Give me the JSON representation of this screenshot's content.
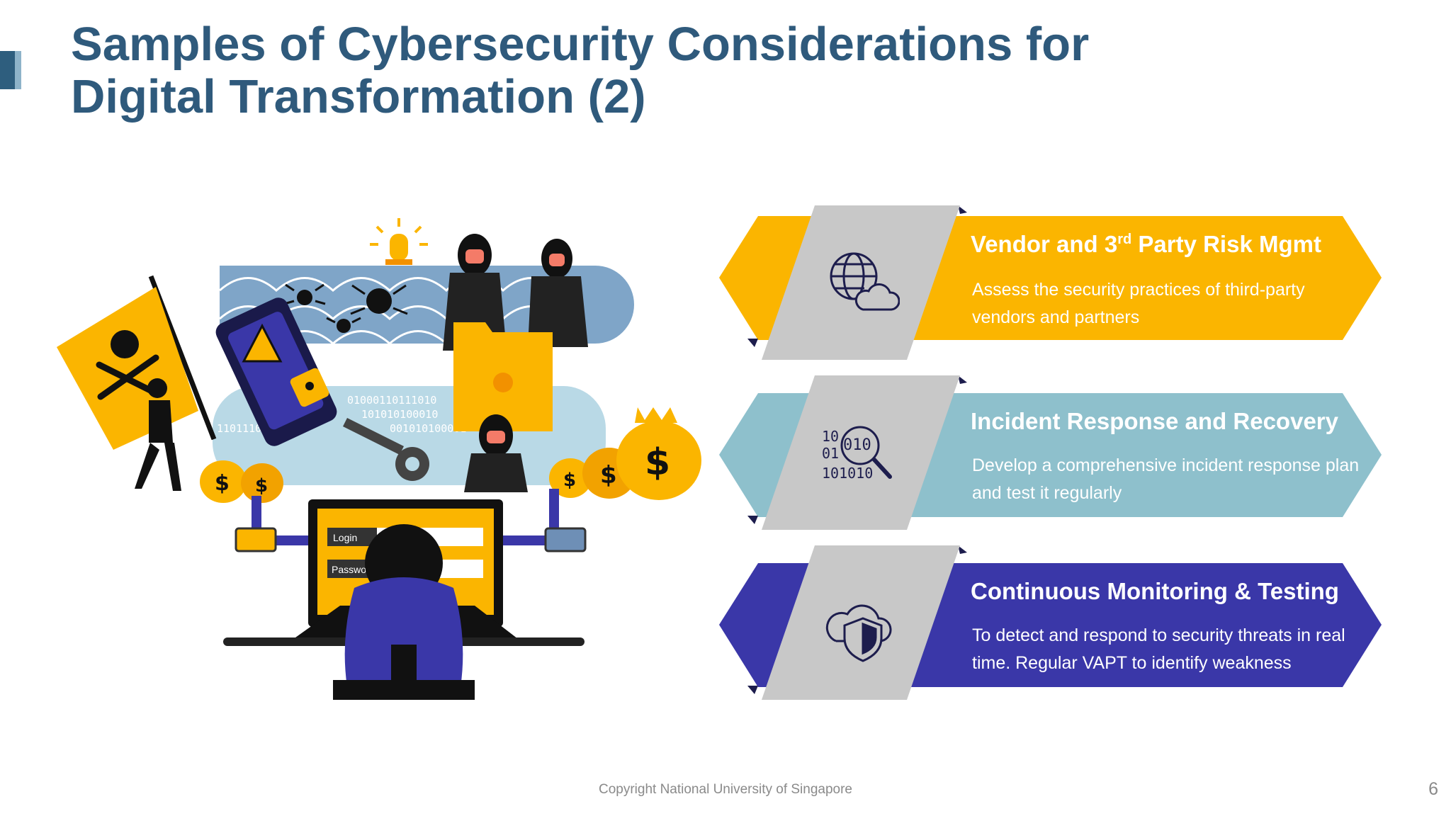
{
  "slide": {
    "title_line1": "Samples of Cybersecurity Considerations for",
    "title_line2": "Digital Transformation (2)",
    "copyright": "Copyright National University of Singapore",
    "page_number": "6"
  },
  "illustration": {
    "login_label": "Login",
    "password_label": "Passwo",
    "dollar_sign": "$",
    "binary_1": "10",
    "binary_2": "01",
    "binary_3": "010",
    "binary_4": "101010",
    "binary_bg_1": "01000110111010",
    "binary_bg_2": "101010100010",
    "binary_bg_3": "001010100001",
    "binary_bg_4": "1101110"
  },
  "colors": {
    "title": "#2f5a7c",
    "yellow": "#fbb500",
    "teal": "#8ec0cc",
    "indigo": "#3a37a8",
    "gray_panel": "#c8c8c8",
    "navy_fold": "#1d1d4d"
  },
  "items": [
    {
      "title_main": "Vendor and 3",
      "title_sup": "rd",
      "title_rest": " Party Risk Mgmt",
      "description": "Assess the security practices of third-party vendors and partners",
      "icon": "globe-cloud-icon",
      "color": "#fbb500"
    },
    {
      "title_main": "Incident Response and Recovery",
      "title_sup": "",
      "title_rest": "",
      "description": "Develop a comprehensive incident response plan and test it regularly",
      "icon": "binary-search-icon",
      "color": "#8ec0cc"
    },
    {
      "title_main": "Continuous Monitoring & Testing",
      "title_sup": "",
      "title_rest": "",
      "description": "To detect and respond to security threats in real time. Regular VAPT to identify weakness",
      "icon": "cloud-shield-icon",
      "color": "#3a37a8"
    }
  ]
}
